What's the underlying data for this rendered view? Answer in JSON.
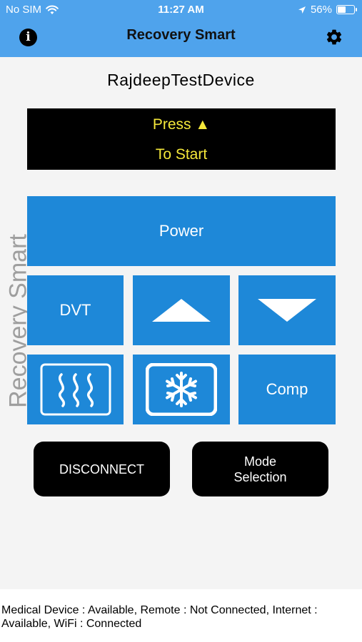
{
  "status_bar": {
    "carrier": "No SIM",
    "time": "11:27 AM",
    "battery": "56%",
    "battery_level": 0.56
  },
  "nav": {
    "title": "Recovery Smart",
    "info_icon": "info-icon",
    "settings_icon": "gear-icon"
  },
  "device_name": "RajdeepTestDevice",
  "display": {
    "line1": "Press ▲",
    "line2": "To Start"
  },
  "watermark": "Recovery Smart",
  "controls": {
    "power_label": "Power",
    "dvt_label": "DVT",
    "up_icon": "up-arrow-icon",
    "down_icon": "down-arrow-icon",
    "heat_icon": "heat-icon",
    "cold_icon": "snowflake-icon",
    "comp_label": "Comp"
  },
  "actions": {
    "disconnect_label": "DISCONNECT",
    "mode_label_line1": "Mode",
    "mode_label_line2": "Selection"
  },
  "footer": {
    "status_text": "Medical Device : Available, Remote : Not Connected, Internet : Available, WiFi : Connected"
  },
  "colors": {
    "nav_bar": "#4fa3ec",
    "button_blue": "#1e88d8",
    "display_text": "#f5e83a",
    "background": "#f4f4f4"
  }
}
